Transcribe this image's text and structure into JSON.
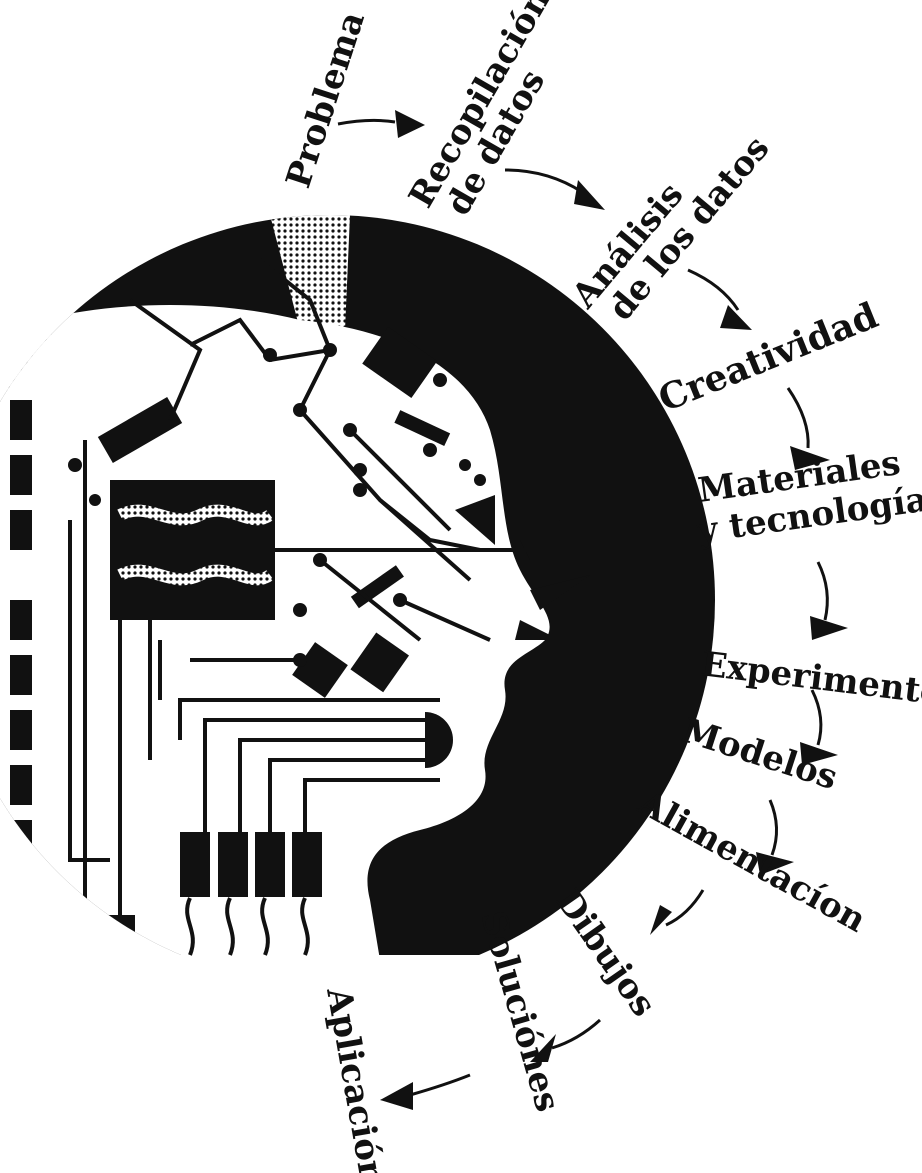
{
  "colors": {
    "ink": "#111111",
    "paper": "#ffffff",
    "texture": "#9a9a9a"
  },
  "steps": [
    {
      "lines": [
        "Problema"
      ]
    },
    {
      "lines": [
        "Recopilación",
        "de datos"
      ]
    },
    {
      "lines": [
        "Análisis",
        "de los datos"
      ]
    },
    {
      "lines": [
        "Creatividad"
      ]
    },
    {
      "lines": [
        "Materiales",
        "y tecnología"
      ]
    },
    {
      "lines": [
        "Experimento"
      ]
    },
    {
      "lines": [
        "Modelos"
      ]
    },
    {
      "lines": [
        "Alimentacíon"
      ]
    },
    {
      "lines": [
        "Dibujos"
      ]
    },
    {
      "lines": [
        "Soluciónes"
      ]
    },
    {
      "lines": [
        "Aplicación"
      ]
    }
  ],
  "illustration": {
    "icon": "circuit-board-head-icon"
  }
}
